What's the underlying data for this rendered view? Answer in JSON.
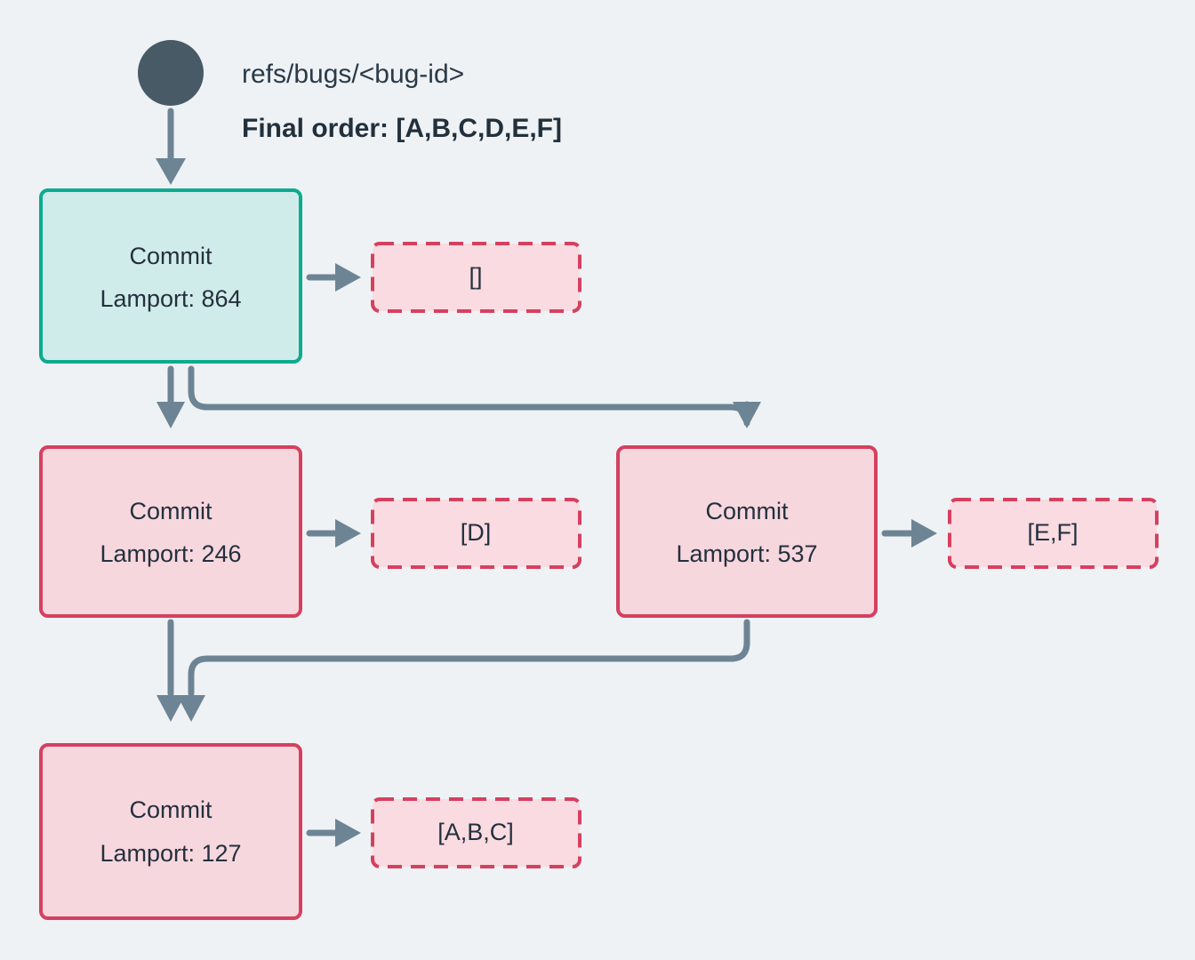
{
  "diagram": {
    "title_ref": "refs/bugs/<bug-id>",
    "final_order": "Final order: [A,B,C,D,E,F]",
    "background_color": "#eef2f5",
    "colors": {
      "root_fill": "#d0ecea",
      "root_stroke": "#0bab8f",
      "commit_fill": "#f7d7de",
      "commit_stroke": "#d6405f",
      "list_fill": "#f9dbe1",
      "list_stroke": "#d6405f",
      "edge": "#6d8494",
      "root_dot": "#475a66",
      "text": "#24303d"
    },
    "root_dot_name": "ref-head-dot",
    "nodes": [
      {
        "id": "c864",
        "kind": "root",
        "line1": "Commit",
        "line2": "Lamport: 864",
        "list": "[]"
      },
      {
        "id": "c246",
        "kind": "commit",
        "line1": "Commit",
        "line2": "Lamport: 246",
        "list": "[D]"
      },
      {
        "id": "c537",
        "kind": "commit",
        "line1": "Commit",
        "line2": "Lamport: 537",
        "list": "[E,F]"
      },
      {
        "id": "c127",
        "kind": "commit",
        "line1": "Commit",
        "line2": "Lamport: 127",
        "list": "[A,B,C]"
      }
    ]
  },
  "chart_data": {
    "type": "diagram",
    "title": "refs/bugs/<bug-id>",
    "annotation": "Final order: [A,B,C,D,E,F]",
    "nodes": [
      {
        "id": "c864",
        "label": "Commit",
        "lamport": 864,
        "payload": []
      },
      {
        "id": "c246",
        "label": "Commit",
        "lamport": 246,
        "payload": [
          "D"
        ]
      },
      {
        "id": "c537",
        "label": "Commit",
        "lamport": 537,
        "payload": [
          "E",
          "F"
        ]
      },
      {
        "id": "c127",
        "label": "Commit",
        "lamport": 127,
        "payload": [
          "A",
          "B",
          "C"
        ]
      }
    ],
    "edges": [
      {
        "from": "ref-head",
        "to": "c864"
      },
      {
        "from": "c864",
        "to": "c246"
      },
      {
        "from": "c864",
        "to": "c537"
      },
      {
        "from": "c246",
        "to": "c127"
      },
      {
        "from": "c537",
        "to": "c127"
      }
    ]
  }
}
